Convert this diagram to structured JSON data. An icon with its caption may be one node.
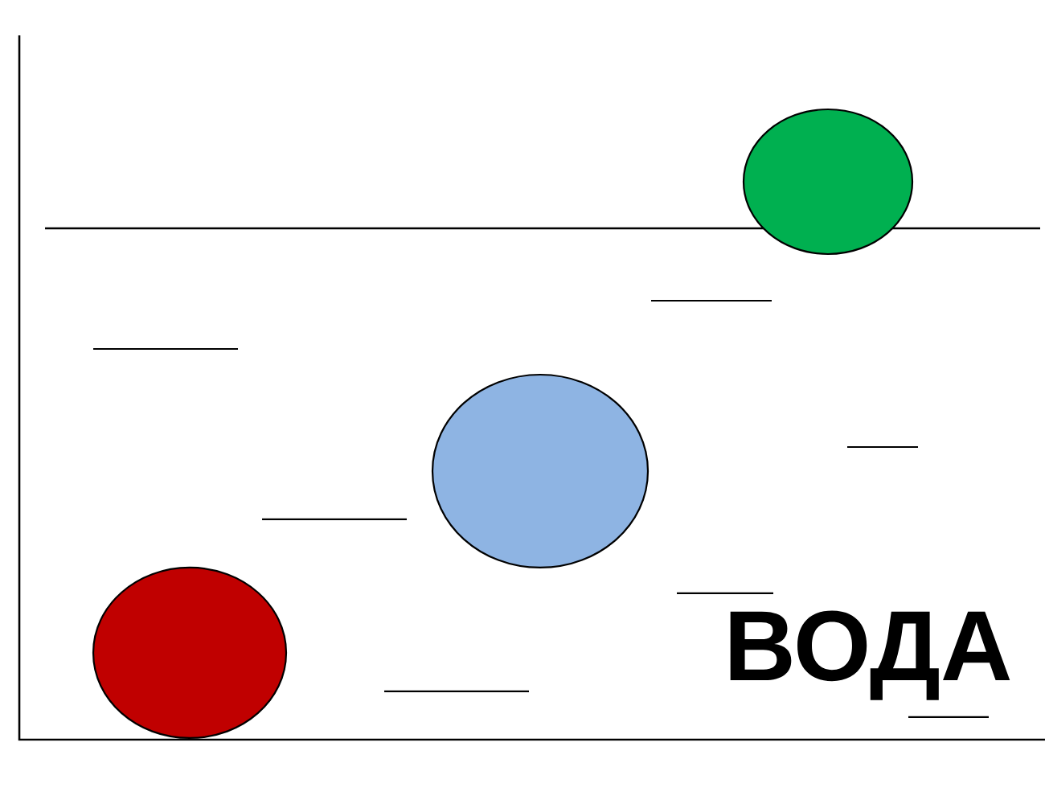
{
  "diagram": {
    "nodes": [
      {
        "text": [],
        "shape": "circle"
      },
      {
        "text": [],
        "shape": "circle"
      },
      {
        "text": [],
        "shape": "circle"
      }
    ],
    "labels": [
      "ВОДА"
    ]
  }
}
